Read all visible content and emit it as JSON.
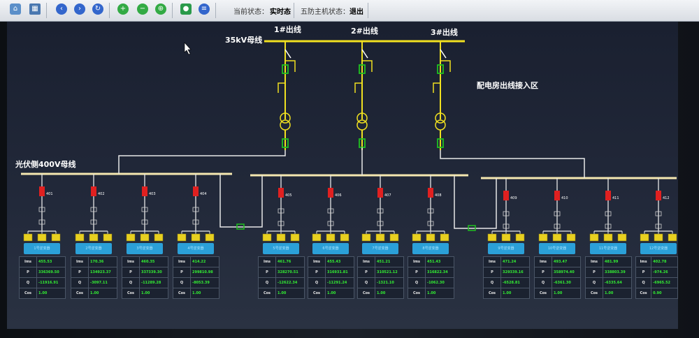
{
  "toolbar": {
    "icons": [
      "home-icon",
      "table-icon",
      "back-icon",
      "forward-icon",
      "refresh-icon",
      "zoom-in-icon",
      "zoom-out-icon",
      "zoom-fit-icon",
      "camera-icon",
      "menu-icon"
    ],
    "status_label": "当前状态：",
    "status_value": "实时态",
    "host_label": "五防主机状态：",
    "host_value": "退出"
  },
  "diagram": {
    "bus_35kv": "35kV母线",
    "outlets": [
      "1#出线",
      "2#出线",
      "3#出线"
    ],
    "area_label": "配电房出线接入区",
    "bus_400v": "光伏侧400V母线",
    "colors": {
      "bus_35kv": "#f0e020",
      "bus_400v": "#f5e8b0",
      "breaker_closed": "#e02020",
      "breaker_open": "#20c020",
      "meter": "#e8d020"
    }
  },
  "feeders": [
    {
      "id": "401",
      "card": "1号逆变器",
      "I": "455.53",
      "P": "336369.50",
      "Q": "-11916.91",
      "Cos": "1.00"
    },
    {
      "id": "402",
      "card": "2号逆变器",
      "I": "170.36",
      "P": "134923.37",
      "Q": "-3097.11",
      "Cos": "1.00"
    },
    {
      "id": "403",
      "card": "3号逆变器",
      "I": "460.35",
      "P": "337339.30",
      "Q": "-11289.28",
      "Cos": "1.00"
    },
    {
      "id": "404",
      "card": "4号逆变器",
      "I": "414.22",
      "P": "299810.98",
      "Q": "-8053.39",
      "Cos": "1.00"
    },
    {
      "id": "405",
      "card": "5号逆变器",
      "I": "461.76",
      "P": "328270.51",
      "Q": "-12622.34",
      "Cos": "1.00"
    },
    {
      "id": "406",
      "card": "6号逆变器",
      "I": "455.43",
      "P": "316931.81",
      "Q": "-11291.24",
      "Cos": "1.00"
    },
    {
      "id": "407",
      "card": "7号逆变器",
      "I": "451.21",
      "P": "310521.12",
      "Q": "-1321.10",
      "Cos": "1.00"
    },
    {
      "id": "408",
      "card": "8号逆变器",
      "I": "451.43",
      "P": "316822.34",
      "Q": "-1062.30",
      "Cos": "1.00"
    },
    {
      "id": "409",
      "card": "9号逆变器",
      "I": "471.24",
      "P": "329339.16",
      "Q": "-6528.81",
      "Cos": "1.00"
    },
    {
      "id": "410",
      "card": "10号逆变器",
      "I": "493.47",
      "P": "358974.40",
      "Q": "-6361.30",
      "Cos": "1.00"
    },
    {
      "id": "411",
      "card": "11号逆变器",
      "I": "481.99",
      "P": "338803.39",
      "Q": "-6335.64",
      "Cos": "1.00"
    },
    {
      "id": "412",
      "card": "12号逆变器",
      "I": "402.78",
      "P": "-974.26",
      "Q": "-6965.52",
      "Cos": "0.90"
    }
  ],
  "row_labels": [
    "Ims",
    "P",
    "Q",
    "Cos"
  ]
}
